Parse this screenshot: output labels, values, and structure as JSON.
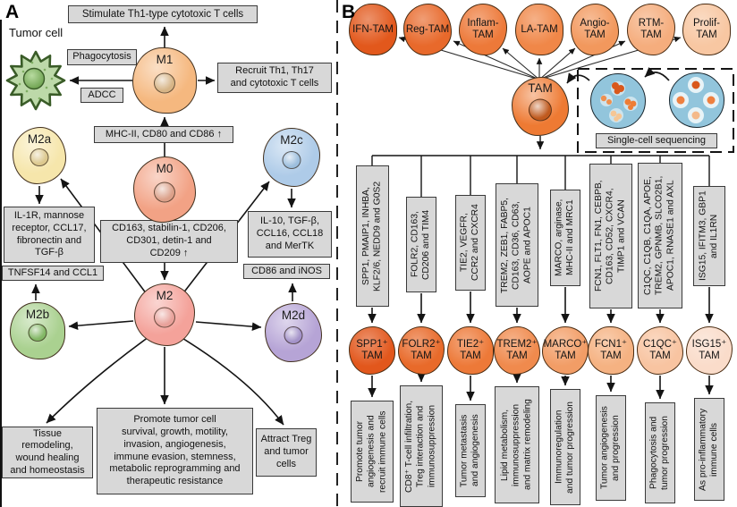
{
  "panel_a": {
    "label": "A",
    "tumor_cell_label": "Tumor cell",
    "cells": {
      "m1": {
        "label": "M1",
        "color": "#f5b87f"
      },
      "m0": {
        "label": "M0",
        "color": "#f2a285"
      },
      "m2": {
        "label": "M2",
        "color": "#f4a29a"
      },
      "m2a": {
        "label": "M2a",
        "color": "#f6e6ab"
      },
      "m2b": {
        "label": "M2b",
        "color": "#aad190"
      },
      "m2c": {
        "label": "M2c",
        "color": "#aecbe8"
      },
      "m2d": {
        "label": "M2d",
        "color": "#b6a4d6"
      }
    },
    "boxes": {
      "stimulate": "Stimulate Th1-type cytotoxic T cells",
      "phagocytosis": "Phagocytosis",
      "adcc": "ADCC",
      "recruit": "Recruit Th1, Th17\nand cytotoxic T cells",
      "mhc": "MHC-II, CD80 and CD86 ↑",
      "il1r": "IL-1R, mannose\nreceptor, CCL17,\nfibronectin and\nTGF-β",
      "tnfsf14": "TNFSF14 and CCL1",
      "cd163": "CD163, stabilin-1, CD206,\nCD301, detin-1 and\nCD209 ↑",
      "il10": "IL-10, TGF-β,\nCCL16, CCL18\nand MerTK",
      "cd86": "CD86 and iNOS",
      "tissue": "Tissue\nremodeling,\nwound healing\nand homeostasis",
      "promote": "Promote tumor cell\nsurvival, growth, motility,\ninvasion, angiogenesis,\nimmune evasion, stemness,\nmetabolic reprogramming and\ntherapeutic resistance",
      "attract": "Attract Treg\nand tumor\ncells"
    }
  },
  "panel_b": {
    "label": "B",
    "tam_label": "TAM",
    "sequencing_label": "Single-cell sequencing",
    "top_tams": [
      {
        "label": "IFN-TAM",
        "color": "#e2581c"
      },
      {
        "label": "Reg-TAM",
        "color": "#e8692b"
      },
      {
        "label": "Inflam-\nTAM",
        "color": "#ed7939"
      },
      {
        "label": "LA-TAM",
        "color": "#f08748"
      },
      {
        "label": "Angio-\nTAM",
        "color": "#f2985d"
      },
      {
        "label": "RTM-\nTAM",
        "color": "#f5ad7d"
      },
      {
        "label": "Prolif-\nTAM",
        "color": "#f8c7a2"
      }
    ],
    "columns": [
      {
        "genes": "SPP1, PMAIP1, INHBA,\nKLF2/6, NEDD9 and G0S2",
        "tam_label": "SPP1⁺\nTAM",
        "color": "#e2571c",
        "function": "Promote tumor\nangiogenesis and\nrecruit immune cells"
      },
      {
        "genes": "FOLR2, CD163,\nCD206 and TIM4",
        "tam_label": "FOLR2⁺\nTAM",
        "color": "#e86a2a",
        "function": "CD8⁺ T-cell infiltration,\nTreg interaction and\nimmunosuppression"
      },
      {
        "genes": "TIE2, VEGFR,\nCCR2 and CXCR4",
        "tam_label": "TIE2⁺\nTAM",
        "color": "#ed7938",
        "function": "Tumor metastasis\nand angiogenesis"
      },
      {
        "genes": "TREM2, ZEB1, FABP5,\nCD163, CD36, CD63,\nAOPE and APOC1",
        "tam_label": "TREM2⁺\nTAM",
        "color": "#f08a4d",
        "function": "Lipid metabolism,\nimmunosuppression\nand matrix remodeling"
      },
      {
        "genes": "MARCO, arginase,\nMHC-II and MRC1",
        "tam_label": "MARCO⁺\nTAM",
        "color": "#f29d66",
        "function": "Immunoregulation\nand tumor progression"
      },
      {
        "genes": "FCN1, FLT1, FN1, CEBPB,\nCD163, CD52, CXCR4,\nTIMP1 and VCAN",
        "tam_label": "FCN1⁺\nTAM",
        "color": "#f5b282",
        "function": "Tumor angiogenesis\nand progression"
      },
      {
        "genes": "C1QC, C1QB, C1QA, APOE,\nTREM2, GPNMB, SLCO2B1,\nAPOC1, RNASE1 and AXL",
        "tam_label": "C1QC⁺\nTAM",
        "color": "#f8c4a1",
        "function": "Phagocytosis and\ntumor progression"
      },
      {
        "genes": "ISG15, IFITM3, GBP1\nand IL1RN",
        "tam_label": "ISG15⁺\nTAM",
        "color": "#fadcca",
        "function": "As pro-inflammatory\nimmune cells"
      }
    ]
  }
}
